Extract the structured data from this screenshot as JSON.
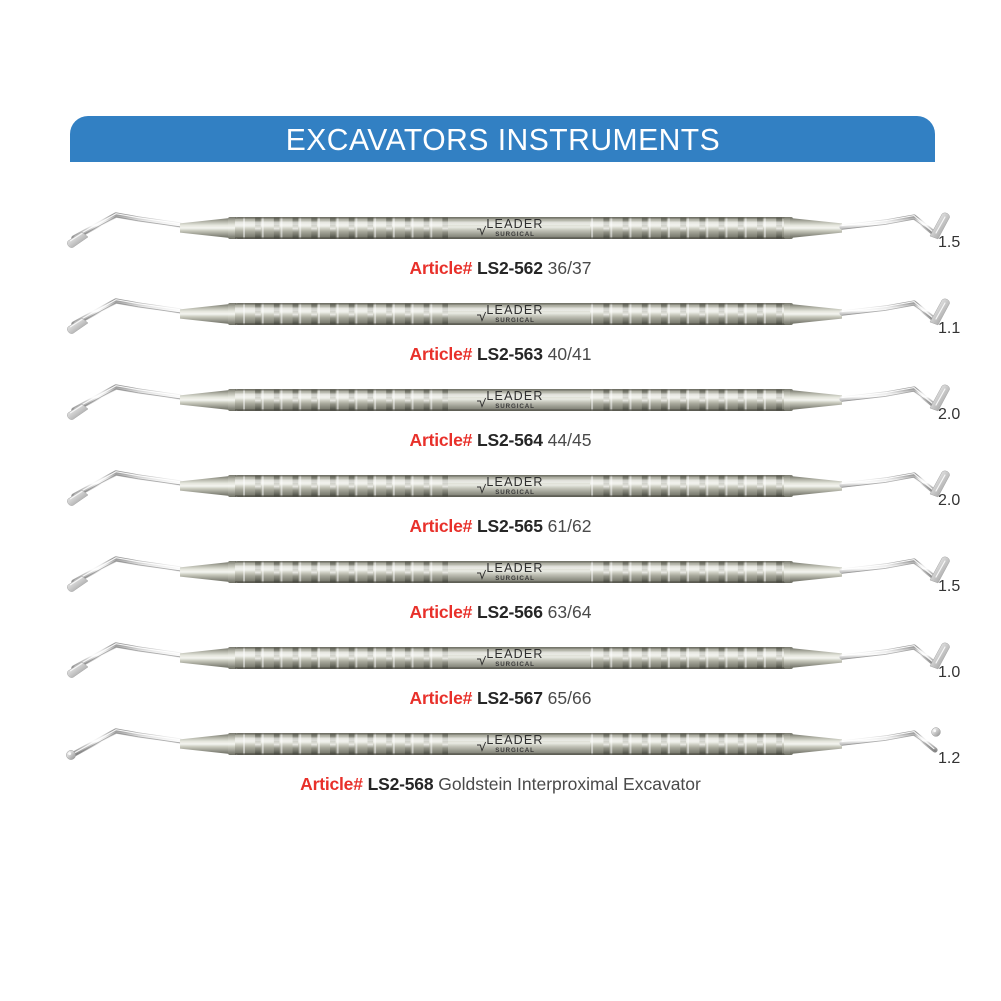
{
  "page": {
    "background_color": "#ffffff",
    "banner_color": "#3280c3",
    "article_label_color": "#e8302a",
    "code_color": "#262626"
  },
  "header": {
    "title": "EXCAVATORS INSTRUMENTS"
  },
  "brand": {
    "name": "LEADER",
    "sub": "SURGICAL"
  },
  "instruments": [
    {
      "article_label": "Article#",
      "code": "LS2-562",
      "description": "36/37",
      "size": "1.5",
      "tip_style": "blade"
    },
    {
      "article_label": "Article#",
      "code": "LS2-563",
      "description": "40/41",
      "size": "1.1",
      "tip_style": "blade"
    },
    {
      "article_label": "Article#",
      "code": "LS2-564",
      "description": "44/45",
      "size": "2.0",
      "tip_style": "blade"
    },
    {
      "article_label": "Article#",
      "code": "LS2-565",
      "description": "61/62",
      "size": "2.0",
      "tip_style": "blade"
    },
    {
      "article_label": "Article#",
      "code": "LS2-566",
      "description": "63/64",
      "size": "1.5",
      "tip_style": "blade"
    },
    {
      "article_label": "Article#",
      "code": "LS2-567",
      "description": "65/66",
      "size": "1.0",
      "tip_style": "blade"
    },
    {
      "article_label": "Article#",
      "code": "LS2-568",
      "description": "Goldstein Interproximal Excavator",
      "size": "1.2",
      "tip_style": "ball"
    }
  ]
}
